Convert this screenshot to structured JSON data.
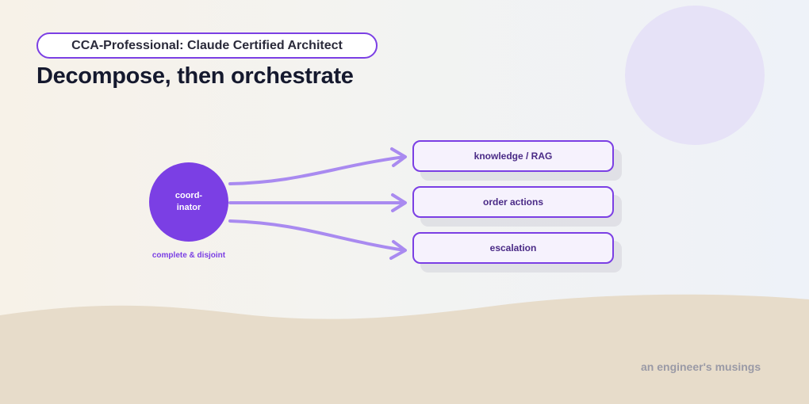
{
  "header": {
    "course_label": "CCA-Professional: Claude Certified Architect",
    "title": "Decompose, then orchestrate"
  },
  "diagram": {
    "coordinator": {
      "line1": "coord-",
      "line2": "inator",
      "caption": "complete & disjoint"
    },
    "subagents": [
      {
        "label": "knowledge / RAG"
      },
      {
        "label": "order actions"
      },
      {
        "label": "escalation"
      }
    ]
  },
  "footer": {
    "text": "an engineer's musings"
  },
  "colors": {
    "accent": "#7b3fe4",
    "arrow": "#a98af0",
    "box_fill": "#f6f2fd",
    "sand": "#e7dcca",
    "circle_decor": "#e6e2f7"
  }
}
